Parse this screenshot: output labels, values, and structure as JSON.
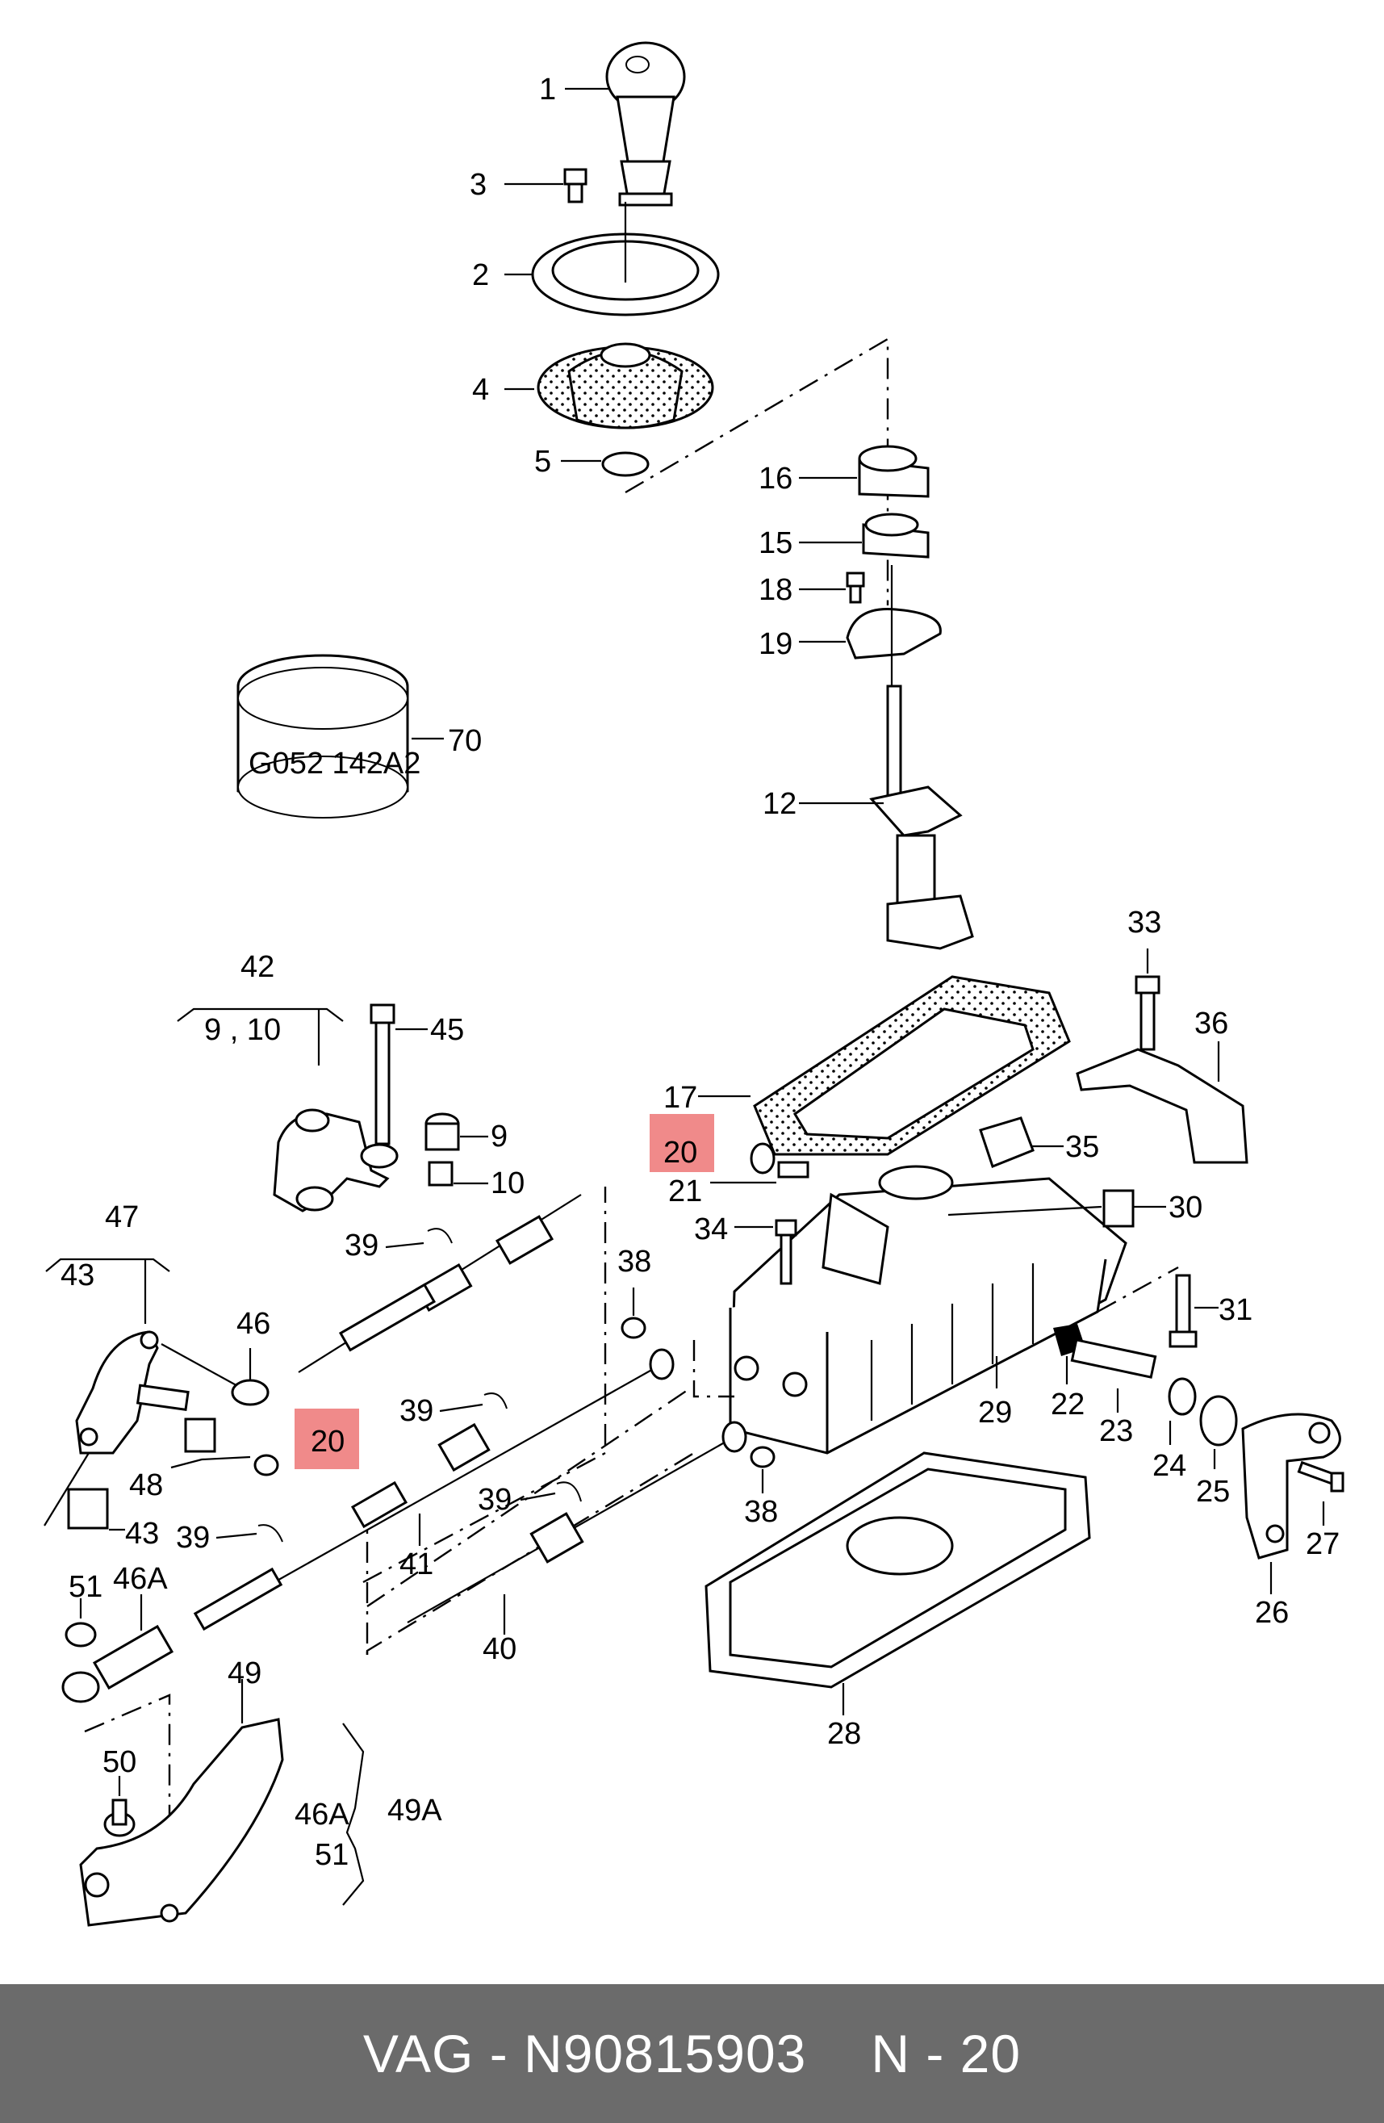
{
  "footer": {
    "brand_part": "VAG - N90815903",
    "ref": "N - 20"
  },
  "drum_label": "G052 142A2",
  "callout_numbers": {
    "c1": "1",
    "c2": "2",
    "c3": "3",
    "c4": "4",
    "c5": "5",
    "c9": "9",
    "c10": "10",
    "c9_10": "9 , 10",
    "c12": "12",
    "c15": "15",
    "c16": "16",
    "c17": "17",
    "c18": "18",
    "c19": "19",
    "c20a": "20",
    "c20b": "20",
    "c21": "21",
    "c22": "22",
    "c23": "23",
    "c24": "24",
    "c25": "25",
    "c26": "26",
    "c27": "27",
    "c28": "28",
    "c29": "29",
    "c30": "30",
    "c31": "31",
    "c33": "33",
    "c34": "34",
    "c35": "35",
    "c36": "36",
    "c38a": "38",
    "c38b": "38",
    "c39a": "39",
    "c39b": "39",
    "c39c": "39",
    "c39d": "39",
    "c40": "40",
    "c41": "41",
    "c42": "42",
    "c43a": "43",
    "c43b": "43",
    "c45": "45",
    "c46": "46",
    "c46A": "46A",
    "c46A_b": "46A",
    "c47": "47",
    "c48": "48",
    "c49": "49",
    "c49A": "49A",
    "c50": "50",
    "c51a": "51",
    "c51b": "51",
    "c70": "70"
  },
  "highlight_color": "#f08a8a",
  "footer_color": "#6b6b6b"
}
